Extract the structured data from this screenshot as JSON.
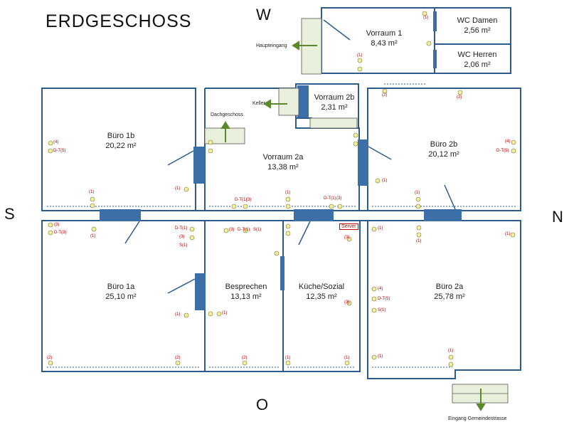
{
  "title": "ERDGESCHOSS",
  "compass": {
    "west": "W",
    "south": "S",
    "north": "N",
    "east": "O"
  },
  "rooms": [
    {
      "id": "vorraum1",
      "name": "Vorraum 1",
      "area": "8,43 m²"
    },
    {
      "id": "wcdamen",
      "name": "WC Damen",
      "area": "2,56 m²"
    },
    {
      "id": "wcherren",
      "name": "WC Herren",
      "area": "2,06 m²"
    },
    {
      "id": "vorraum2b",
      "name": "Vorraum 2b",
      "area": "2,31 m²"
    },
    {
      "id": "buero1b",
      "name": "Büro 1b",
      "area": "20,22 m²"
    },
    {
      "id": "vorraum2a",
      "name": "Vorraum 2a",
      "area": "13,38 m²"
    },
    {
      "id": "buero2b",
      "name": "Büro 2b",
      "area": "20,12 m²"
    },
    {
      "id": "buero1a",
      "name": "Büro 1a",
      "area": "25,10 m²"
    },
    {
      "id": "besprechen",
      "name": "Besprechen",
      "area": "13,13 m²"
    },
    {
      "id": "kueche",
      "name": "Küche/Sozial",
      "area": "12,35 m²"
    },
    {
      "id": "buero2a",
      "name": "Büro 2a",
      "area": "25,78 m²"
    }
  ],
  "labels": {
    "haupteingang": "Haupteingang",
    "keller": "Keller",
    "dachgeschoss": "Dachgeschoss",
    "eingang": "Eingang Gemeindestrasse",
    "server": "Server"
  },
  "symbols": {
    "n1": "(1)",
    "n2": "(2)",
    "n3": "(3)",
    "n4": "(4)",
    "dt1": "D-T(1)",
    "dt3": "D-T(3)",
    "dt5": "D-T(5)",
    "s1": "S(1)"
  },
  "colors": {
    "wall": "#2e5b8e",
    "door": "#3c6ea8",
    "stair_fill": "#e8f0dc",
    "arrow": "#5a8a2a",
    "symbol": "#c00000",
    "symbol_yellow": "#e6e05a"
  }
}
